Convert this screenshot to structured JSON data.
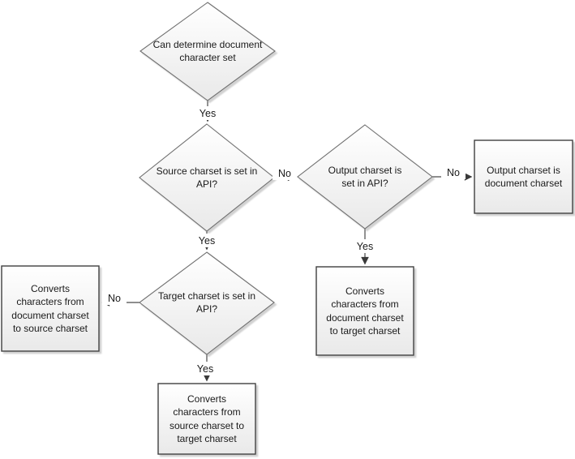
{
  "diagram": {
    "type": "flowchart",
    "nodes": {
      "can_determine": {
        "id": "can-determine-charset",
        "shape": "decision",
        "label": "Can determine document character set"
      },
      "source_set": {
        "id": "source-charset-set",
        "shape": "decision",
        "label": "Source charset is set in API?"
      },
      "output_set": {
        "id": "output-charset-set",
        "shape": "decision",
        "label": "Output charset is set in API?"
      },
      "target_set": {
        "id": "target-charset-set",
        "shape": "decision",
        "label": "Target charset is set in API?"
      },
      "output_doc": {
        "id": "output-is-document-charset",
        "shape": "process",
        "label": "Output charset is document charset"
      },
      "conv_doc_target": {
        "id": "convert-document-to-target",
        "shape": "process",
        "label": "Converts characters from document charset to target charset"
      },
      "conv_doc_source": {
        "id": "convert-document-to-source",
        "shape": "process",
        "label": "Converts characters from document charset to source charset"
      },
      "conv_source_target": {
        "id": "convert-source-to-target",
        "shape": "process",
        "label": "Converts characters from source charset to target charset"
      }
    },
    "edges": {
      "can_to_source": {
        "from": "can_determine",
        "to": "source_set",
        "label": "Yes"
      },
      "source_to_output": {
        "from": "source_set",
        "to": "output_set",
        "label": "No"
      },
      "source_to_target": {
        "from": "source_set",
        "to": "target_set",
        "label": "Yes"
      },
      "output_to_docrect": {
        "from": "output_set",
        "to": "output_doc",
        "label": "No"
      },
      "output_to_convert": {
        "from": "output_set",
        "to": "conv_doc_target",
        "label": "Yes"
      },
      "target_to_docsrc": {
        "from": "target_set",
        "to": "conv_doc_source",
        "label": "No"
      },
      "target_to_srctgt": {
        "from": "target_set",
        "to": "conv_source_target",
        "label": "Yes"
      }
    },
    "colors": {
      "background": "#ffffff",
      "shape_fill_top": "#ffffff",
      "shape_fill_bottom": "#e9e9e9",
      "diamond_border": "#707070",
      "rect_border": "#3f3f3f",
      "connector": "#4a4a4a",
      "arrowhead": "#3a3a3a",
      "text": "#1a1a1a",
      "shadow": "#9a9a9a"
    }
  }
}
